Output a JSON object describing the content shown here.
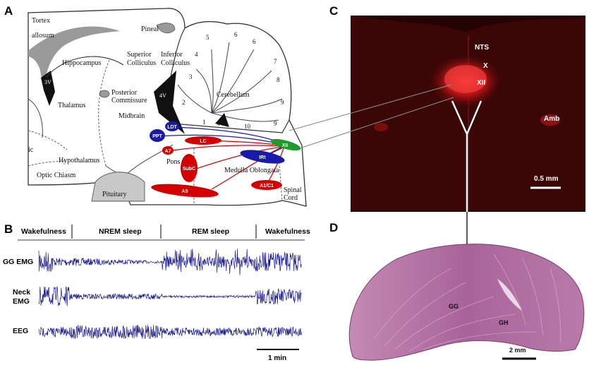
{
  "panels": {
    "a": {
      "letter": "A",
      "region_labels": {
        "cortex": "Tortex",
        "callosum": "allosum",
        "hippocampus": "Hippocampus",
        "third_ventricle": "3V",
        "thalamus": "Thalamus",
        "hypothalamus": "Hypothalamus",
        "optic_chiasm": "Optic Chiasm",
        "cut_label": "ic",
        "pineal": "Pineal",
        "superior_colliculus_1": "Superior",
        "superior_colliculus_2": "Colliculus",
        "inferior_colliculus_1": "Inferior",
        "inferior_colliculus_2": "Colliculus",
        "posterior_commissure_1": "Posterior",
        "posterior_commissure_2": "Commissure",
        "midbrain": "Midbrain",
        "fourth_ventricle_a": "4V",
        "fourth_ventricle_b": "4V",
        "cerebellum": "Cerebellum",
        "pons": "Pons",
        "medulla": "Medulla Oblongata",
        "spinal_cord_1": "Spinal",
        "spinal_cord_2": "Cord",
        "pituitary": "Pituitary"
      },
      "lobule_numbers": [
        "1",
        "2",
        "3",
        "4",
        "5",
        "6",
        "6",
        "7",
        "8",
        "9",
        "9",
        "10"
      ],
      "nuclei": {
        "ldt": "LDT",
        "ppt": "PPT",
        "a7": "A7",
        "lc": "LC",
        "subc": "SubC",
        "a5": "A5",
        "irt": "IRt",
        "a1c1": "A1/C1",
        "xii": "XII"
      },
      "colors": {
        "red": "#d40000",
        "blue": "#1a1aa8",
        "green": "#1f9a2e"
      }
    },
    "b": {
      "letter": "B",
      "states": [
        "Wakefulness",
        "NREM sleep",
        "REM sleep",
        "Wakefulness"
      ],
      "traces": [
        {
          "label_lines": [
            "GG EMG"
          ]
        },
        {
          "label_lines": [
            "Neck",
            "EMG"
          ]
        },
        {
          "label_lines": [
            "EEG"
          ]
        }
      ],
      "scale_bar": "1 min",
      "trace_color": "#1a1a8c"
    },
    "c": {
      "letter": "C",
      "labels": {
        "nts": "NTS",
        "x": "X",
        "xii": "XII",
        "amb": "Amb"
      },
      "scale_bar": "0.5 mm"
    },
    "d": {
      "letter": "D",
      "labels": {
        "gg": "GG",
        "gh": "GH"
      },
      "scale_bar": "2 mm"
    }
  }
}
